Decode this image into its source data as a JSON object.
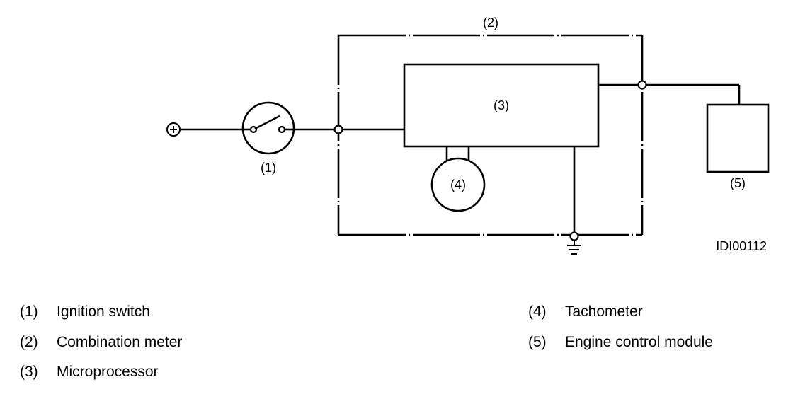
{
  "diagram": {
    "labels": {
      "meter": "(2)",
      "microprocessor": "(3)",
      "ignition_switch": "(1)",
      "tachometer": "(4)",
      "ecm": "(5)",
      "figure_id": "IDI00112"
    },
    "battery_symbol": "+"
  },
  "legend": {
    "left": [
      {
        "num": "(1)",
        "text": "Ignition switch"
      },
      {
        "num": "(2)",
        "text": "Combination meter"
      },
      {
        "num": "(3)",
        "text": "Microprocessor"
      }
    ],
    "right": [
      {
        "num": "(4)",
        "text": "Tachometer"
      },
      {
        "num": "(5)",
        "text": "Engine control module"
      }
    ]
  }
}
